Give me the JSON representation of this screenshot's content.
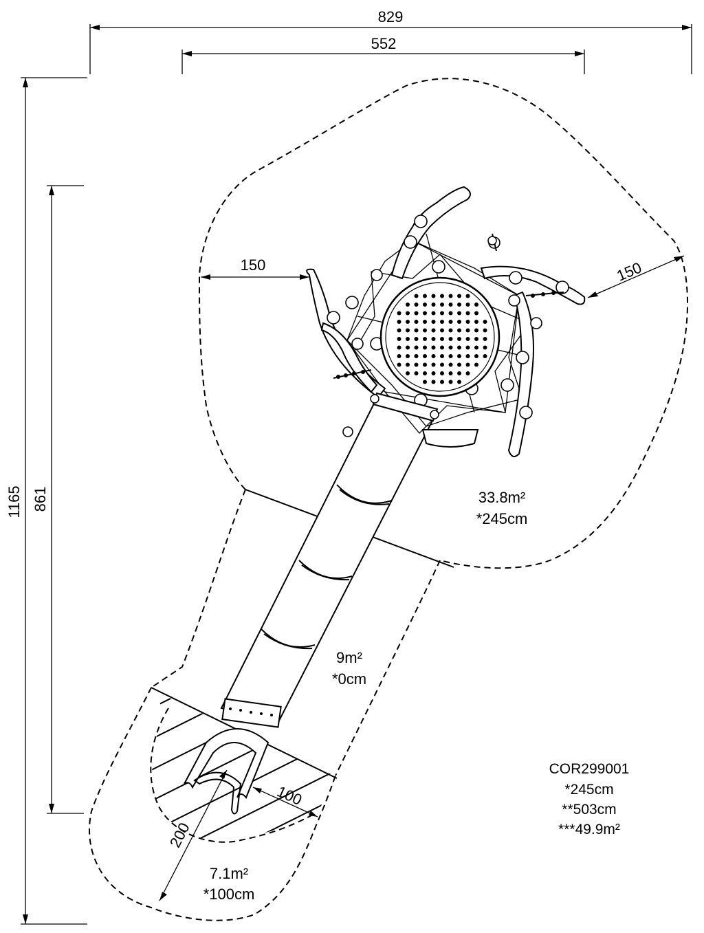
{
  "dimensions": {
    "overall_width": "829",
    "inner_width": "552",
    "overall_height": "1165",
    "inner_height": "861",
    "left_clearance": "150",
    "right_clearance": "150",
    "slide_exit_side": "100",
    "slide_exit_length": "200"
  },
  "zones": {
    "main_area": "33.8m²",
    "main_height": "*245cm",
    "slide_area": "9m²",
    "slide_height": "*0cm",
    "exit_area": "7.1m²",
    "exit_height": "*100cm"
  },
  "spec": {
    "model": "COR299001",
    "line1": "*245cm",
    "line2": "**503cm",
    "line3": "***49.9m²"
  }
}
